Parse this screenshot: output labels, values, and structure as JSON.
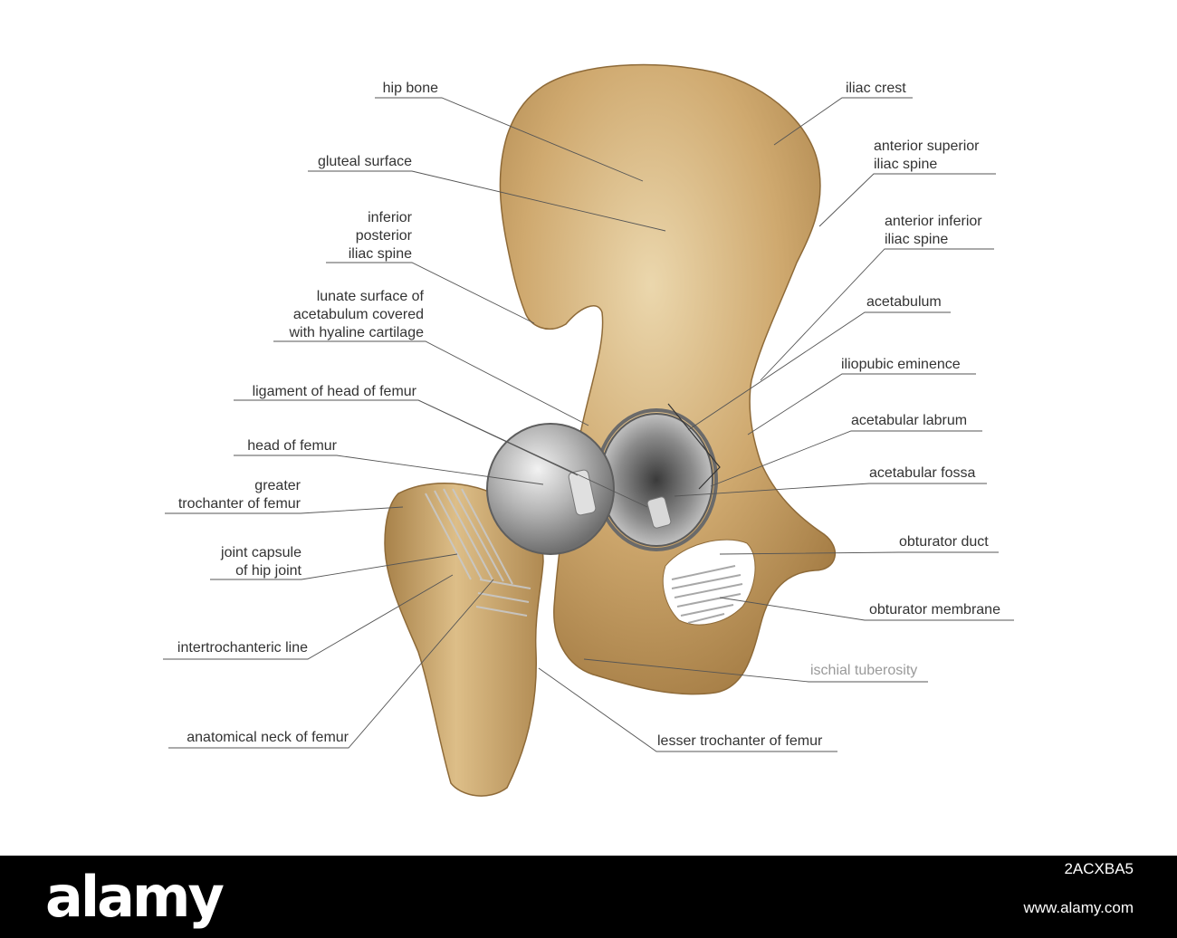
{
  "labels": {
    "hip_bone": "hip bone",
    "gluteal_surface": "gluteal surface",
    "inferior_posterior_iliac_spine": "inferior\nposterior\niliac spine",
    "lunate_surface": "lunate surface of\nacetabulum covered\nwith hyaline cartilage",
    "ligament_head_femur": "ligament of head of femur",
    "head_of_femur": "head of femur",
    "greater_trochanter": "greater\ntrochanter of femur",
    "joint_capsule": "joint capsule\nof hip joint",
    "intertrochanteric_line": "intertrochanteric line",
    "anatomical_neck": "anatomical neck of femur",
    "iliac_crest": "iliac crest",
    "anterior_superior_iliac_spine": "anterior superior\niliac spine",
    "anterior_inferior_iliac_spine": "anterior inferior\niliac spine",
    "acetabulum": "acetabulum",
    "iliopubic_eminence": "iliopubic eminence",
    "acetabular_labrum": "acetabular labrum",
    "acetabular_fossa": "acetabular fossa",
    "obturator_duct": "obturator duct",
    "obturator_membrane": "obturator membrane",
    "ischial_tuberosity": "ischial tuberosity",
    "lesser_trochanter": "lesser trochanter of femur"
  },
  "watermark": {
    "logo": "alamy",
    "image_id": "2ACXBA5",
    "url": "www.alamy.com"
  },
  "colors": {
    "bone": "#C9A46A",
    "bone_light": "#E8D2A5",
    "bone_dark": "#9A7440",
    "cartilage": "#8E8E8E",
    "leader_line": "#555555"
  }
}
